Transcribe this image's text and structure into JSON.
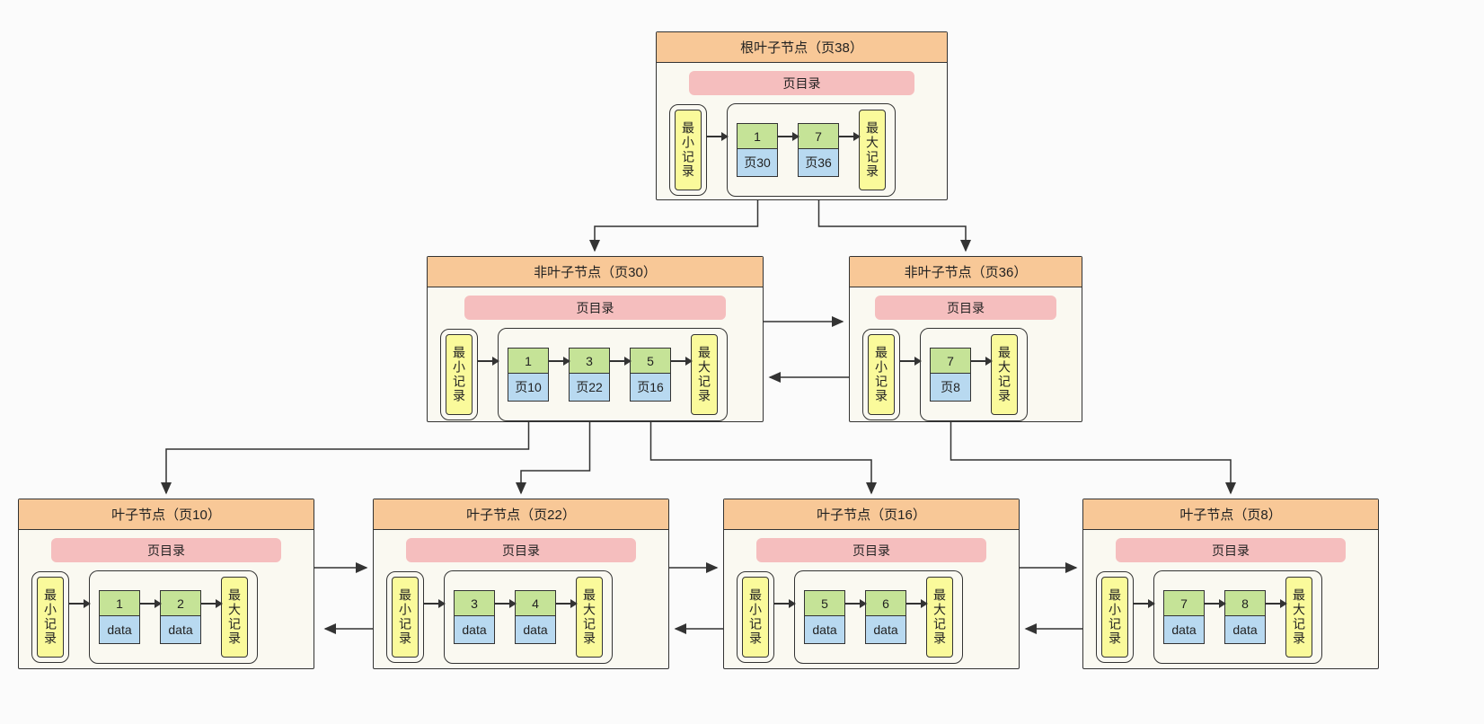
{
  "labels": {
    "page_directory": "页目录",
    "min_record": "最小记录",
    "max_record": "最大记录"
  },
  "colors": {
    "header": "#F8C897",
    "directory": "#F5BEBE",
    "record_yellow": "#FAFA9B",
    "key_green": "#C5E397",
    "pointer_blue": "#B8D9F0",
    "node_bg": "#FAF9F1",
    "line": "#333333"
  },
  "nodes": [
    {
      "id": "root-page38",
      "title": "根叶子节点（页38）",
      "entries": [
        {
          "key": "1",
          "ptr": "页30"
        },
        {
          "key": "7",
          "ptr": "页36"
        }
      ]
    },
    {
      "id": "internal-page30",
      "title": "非叶子节点（页30）",
      "entries": [
        {
          "key": "1",
          "ptr": "页10"
        },
        {
          "key": "3",
          "ptr": "页22"
        },
        {
          "key": "5",
          "ptr": "页16"
        }
      ]
    },
    {
      "id": "internal-page36",
      "title": "非叶子节点（页36）",
      "entries": [
        {
          "key": "7",
          "ptr": "页8"
        }
      ]
    },
    {
      "id": "leaf-page10",
      "title": "叶子节点（页10）",
      "entries": [
        {
          "key": "1",
          "ptr": "data"
        },
        {
          "key": "2",
          "ptr": "data"
        }
      ]
    },
    {
      "id": "leaf-page22",
      "title": "叶子节点（页22）",
      "entries": [
        {
          "key": "3",
          "ptr": "data"
        },
        {
          "key": "4",
          "ptr": "data"
        }
      ]
    },
    {
      "id": "leaf-page16",
      "title": "叶子节点（页16）",
      "entries": [
        {
          "key": "5",
          "ptr": "data"
        },
        {
          "key": "6",
          "ptr": "data"
        }
      ]
    },
    {
      "id": "leaf-page8",
      "title": "叶子节点（页8）",
      "entries": [
        {
          "key": "7",
          "ptr": "data"
        },
        {
          "key": "8",
          "ptr": "data"
        }
      ]
    }
  ]
}
